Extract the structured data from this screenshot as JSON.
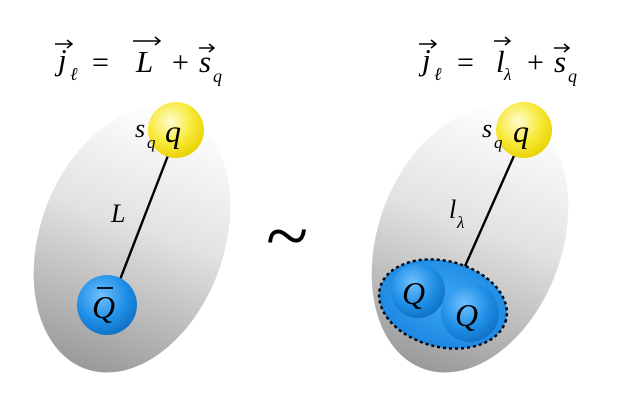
{
  "left_panel": {
    "eq_j": "j",
    "eq_j_sub": "ℓ",
    "eq_equals": "=",
    "eq_L": "L",
    "eq_plus": "+",
    "eq_s": "s",
    "eq_s_sub": "q",
    "spin_s": "s",
    "spin_sub": "q",
    "quark": "q",
    "link": "L",
    "antiquark": "Q"
  },
  "similar": "~",
  "right_panel": {
    "eq_j": "j",
    "eq_j_sub": "ℓ",
    "eq_equals": "=",
    "eq_l": "l",
    "eq_l_sub": "λ",
    "eq_plus": "+",
    "eq_s": "s",
    "eq_s_sub": "q",
    "spin_s": "s",
    "spin_sub": "q",
    "quark": "q",
    "link": "l",
    "link_sub": "λ",
    "diquark_1": "Q",
    "diquark_2": "Q"
  },
  "colors": {
    "quark_yellow": "#f5e400",
    "heavy_blue": "#1e8ee6",
    "hadron_gray": "#b8b8b8"
  }
}
